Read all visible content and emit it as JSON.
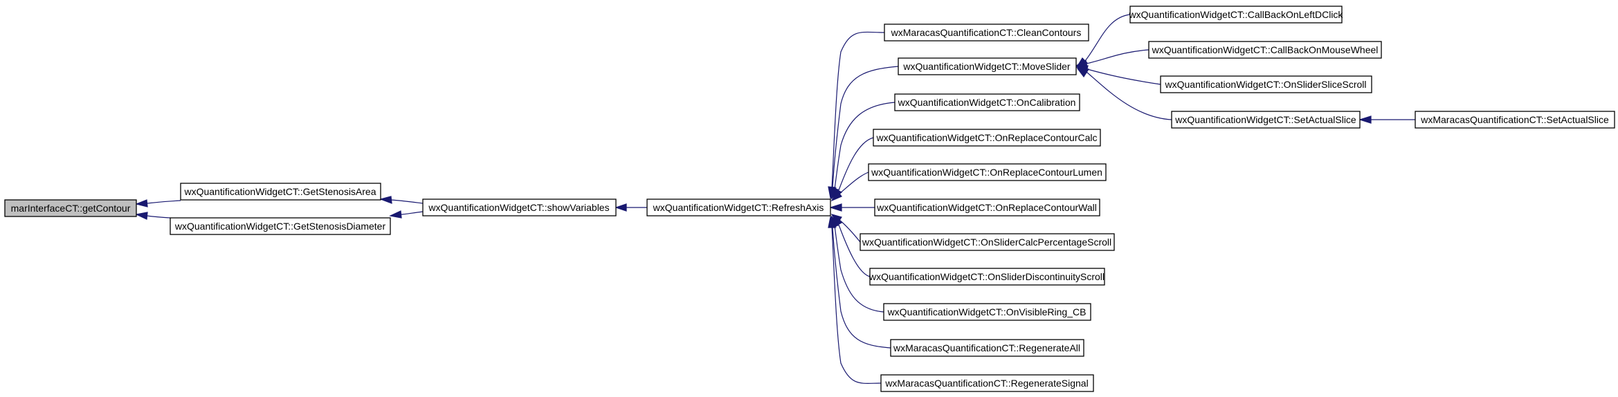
{
  "graph": {
    "nodes": {
      "getContour": "marInterfaceCT::getContour",
      "getStenosisArea": "wxQuantificationWidgetCT::GetStenosisArea",
      "getStenosisDiameter": "wxQuantificationWidgetCT::GetStenosisDiameter",
      "showVariables": "wxQuantificationWidgetCT::showVariables",
      "refreshAxis": "wxQuantificationWidgetCT::RefreshAxis",
      "cleanContours": "wxMaracasQuantificationCT::CleanContours",
      "moveSlider": "wxQuantificationWidgetCT::MoveSlider",
      "onCalibration": "wxQuantificationWidgetCT::OnCalibration",
      "onReplaceContourCalc": "wxQuantificationWidgetCT::OnReplaceContourCalc",
      "onReplaceContourLumen": "wxQuantificationWidgetCT::OnReplaceContourLumen",
      "onReplaceContourWall": "wxQuantificationWidgetCT::OnReplaceContourWall",
      "onSliderCalcPercentageScroll": "wxQuantificationWidgetCT::OnSliderCalcPercentageScroll",
      "onSliderDiscontinuityScroll": "wxQuantificationWidgetCT::OnSliderDiscontinuityScroll",
      "onVisibleRingCB": "wxQuantificationWidgetCT::OnVisibleRing_CB",
      "regenerateAll": "wxMaracasQuantificationCT::RegenerateAll",
      "regenerateSignal": "wxMaracasQuantificationCT::RegenerateSignal",
      "callBackOnLeftDClick": "wxQuantificationWidgetCT::CallBackOnLeftDClick",
      "callBackOnMouseWheel": "wxQuantificationWidgetCT::CallBackOnMouseWheel",
      "onSliderSliceScroll": "wxQuantificationWidgetCT::OnSliderSliceScroll",
      "setActualSlice": "wxQuantificationWidgetCT::SetActualSlice",
      "maracasSetActualSlice": "wxMaracasQuantificationCT::SetActualSlice"
    },
    "colors": {
      "edge": "#191970",
      "root_fill": "#bfbfbf",
      "node_fill": "#ffffff",
      "node_border": "#000000"
    }
  }
}
